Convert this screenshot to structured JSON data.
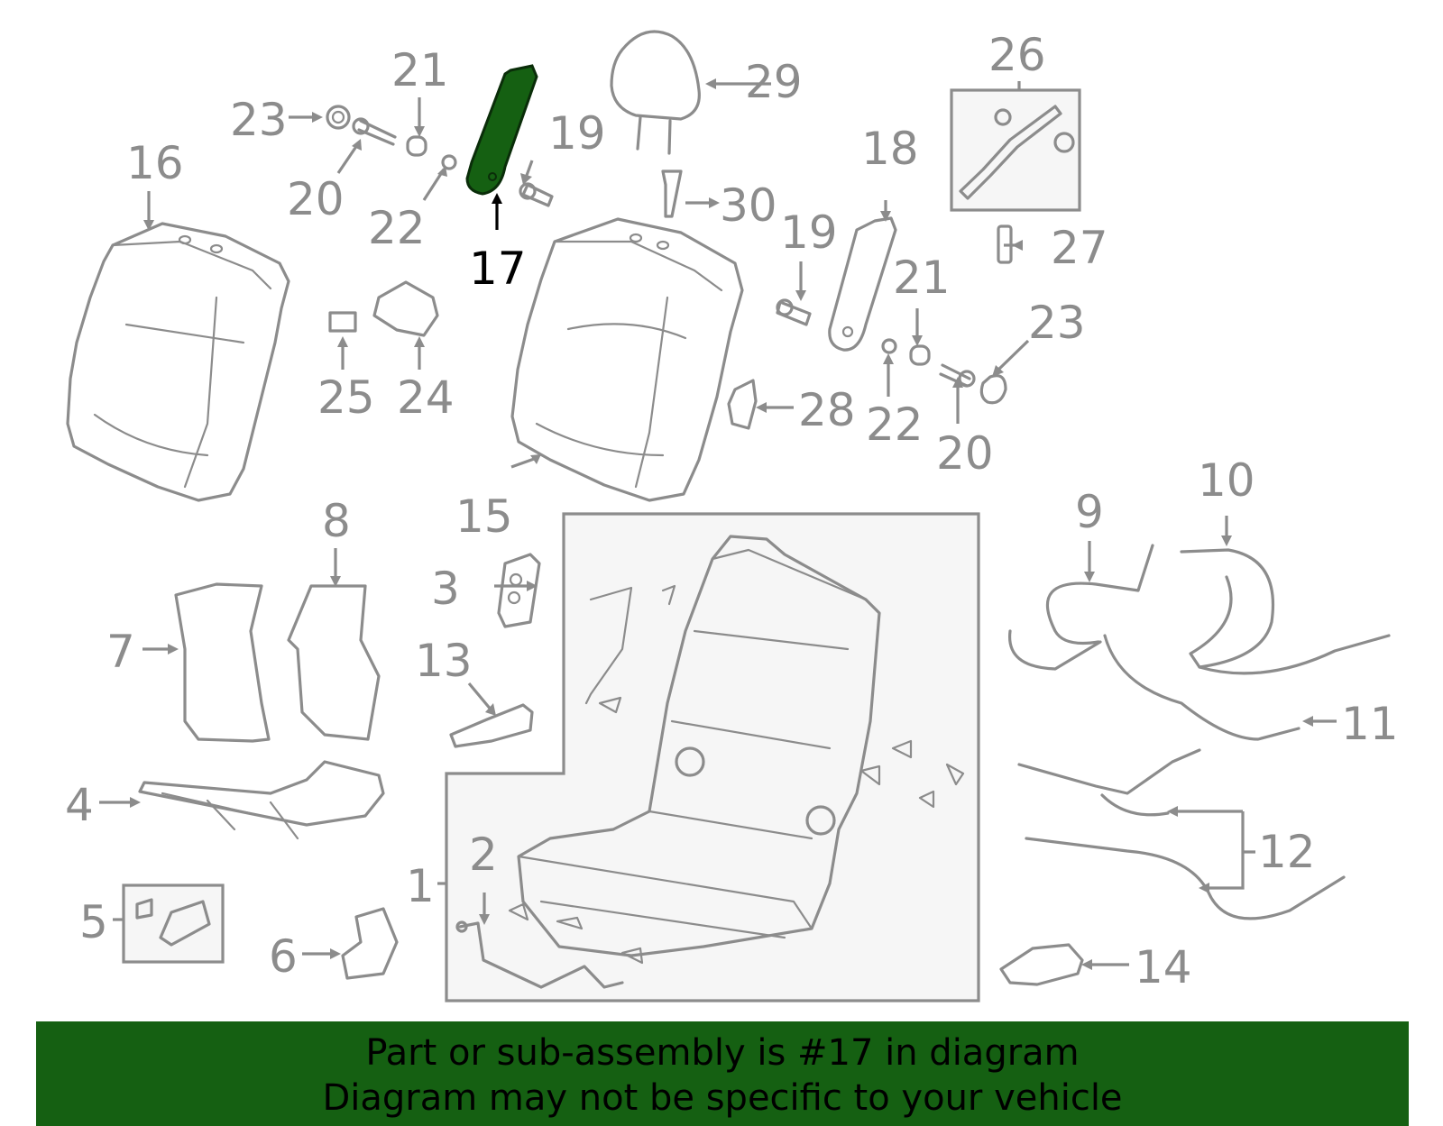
{
  "colors": {
    "line": "#8c8c8c",
    "highlight": "#156012",
    "banner_bg": "#156012",
    "banner_text": "#000000"
  },
  "highlight_part": "17",
  "callouts": {
    "c1": "1",
    "c2": "2",
    "c3": "3",
    "c4": "4",
    "c5": "5",
    "c6": "6",
    "c7": "7",
    "c8": "8",
    "c9": "9",
    "c10": "10",
    "c11": "11",
    "c12": "12",
    "c13": "13",
    "c14": "14",
    "c15": "15",
    "c16": "16",
    "c17": "17",
    "c18": "18",
    "c19a": "19",
    "c19b": "19",
    "c20a": "20",
    "c20b": "20",
    "c21a": "21",
    "c21b": "21",
    "c22a": "22",
    "c22b": "22",
    "c23a": "23",
    "c23b": "23",
    "c24": "24",
    "c25": "25",
    "c26": "26",
    "c27": "27",
    "c28": "28",
    "c29": "29",
    "c30": "30"
  },
  "banner": {
    "line1": "Part or sub-assembly is #17 in diagram",
    "line2": "Diagram may not be specific to your vehicle"
  }
}
